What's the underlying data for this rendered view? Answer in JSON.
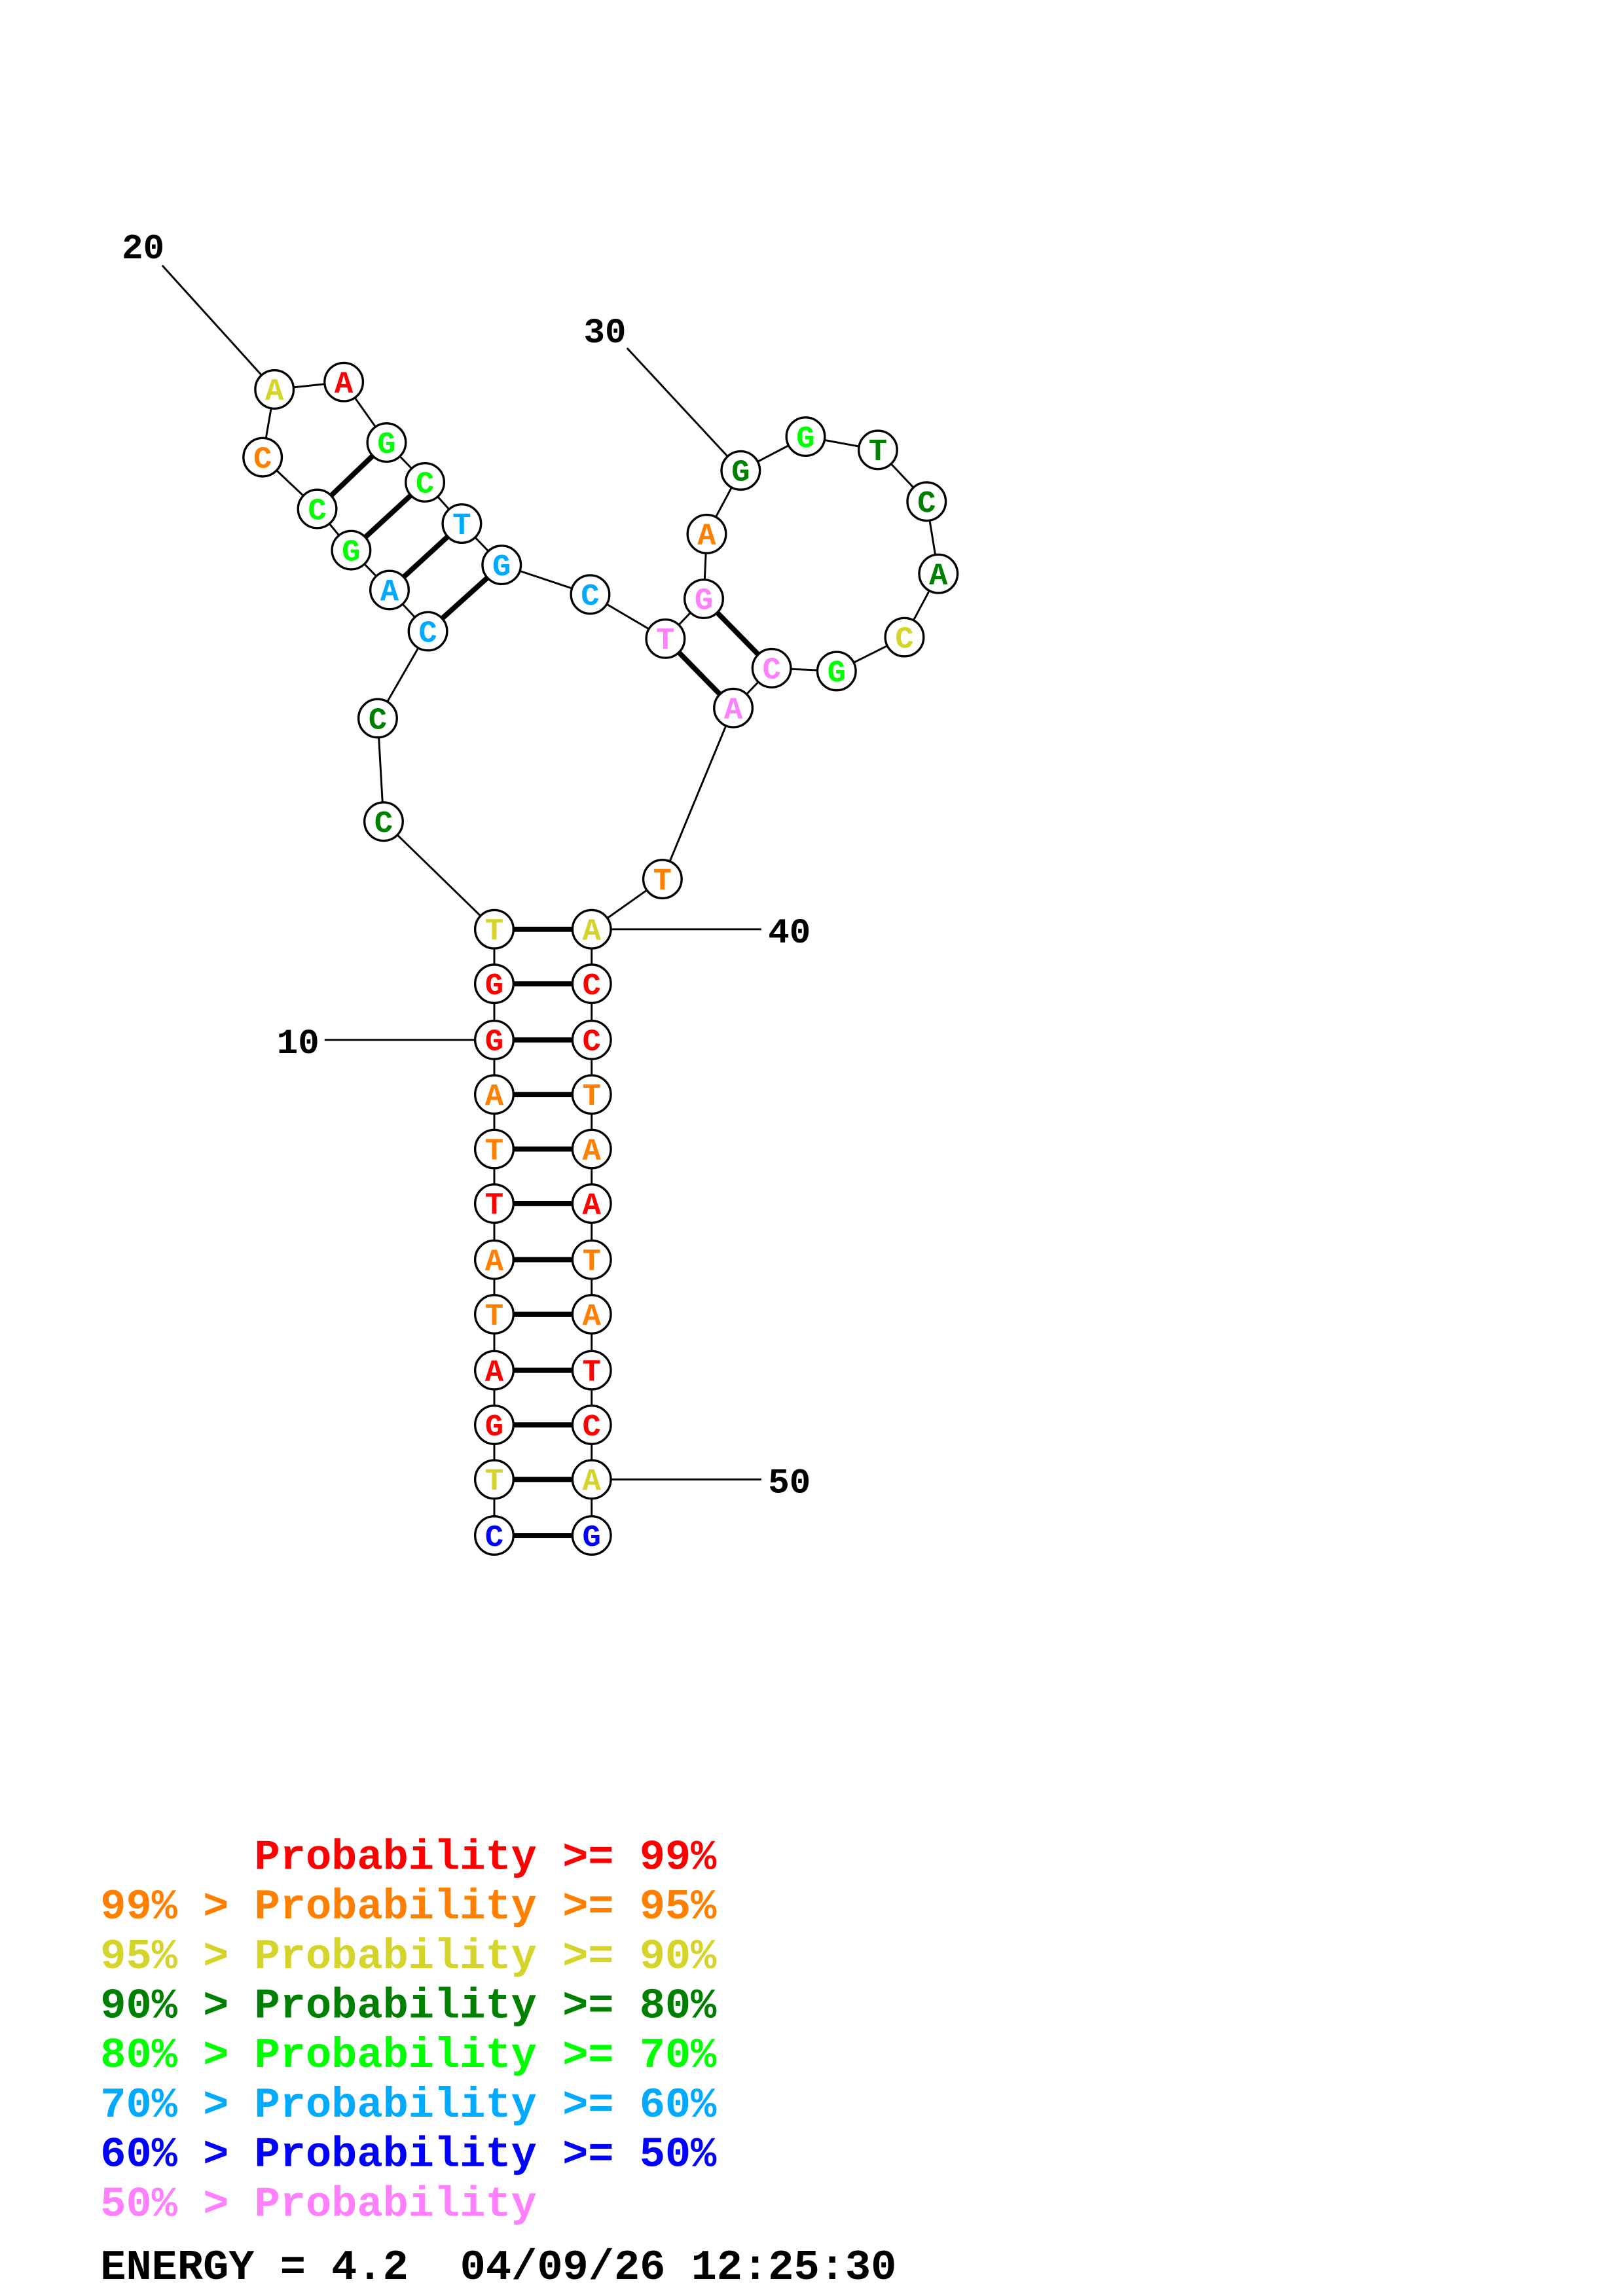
{
  "sequence": [
    "C",
    "T",
    "G",
    "A",
    "T",
    "A",
    "T",
    "T",
    "A",
    "G",
    "G",
    "T",
    "C",
    "C",
    "C",
    "A",
    "G",
    "C",
    "C",
    "A",
    "A",
    "G",
    "C",
    "T",
    "G",
    "C",
    "T",
    "G",
    "A",
    "G",
    "G",
    "T",
    "C",
    "A",
    "C",
    "G",
    "C",
    "A",
    "T",
    "A",
    "C",
    "C",
    "T",
    "A",
    "A",
    "T",
    "A",
    "T",
    "C",
    "A",
    "G"
  ],
  "prob_class": [
    6,
    2,
    0,
    0,
    1,
    1,
    0,
    1,
    1,
    0,
    0,
    2,
    3,
    3,
    5,
    5,
    4,
    4,
    1,
    2,
    0,
    4,
    4,
    5,
    5,
    5,
    7,
    7,
    1,
    3,
    4,
    3,
    3,
    3,
    2,
    4,
    7,
    7,
    1,
    2,
    0,
    0,
    1,
    1,
    0,
    1,
    1,
    0,
    0,
    2,
    6
  ],
  "pairs": [
    [
      1,
      51
    ],
    [
      2,
      50
    ],
    [
      3,
      49
    ],
    [
      4,
      48
    ],
    [
      5,
      47
    ],
    [
      6,
      46
    ],
    [
      7,
      45
    ],
    [
      8,
      44
    ],
    [
      9,
      43
    ],
    [
      10,
      42
    ],
    [
      11,
      41
    ],
    [
      12,
      40
    ],
    [
      15,
      25
    ],
    [
      16,
      24
    ],
    [
      17,
      23
    ],
    [
      18,
      22
    ],
    [
      27,
      38
    ],
    [
      28,
      37
    ]
  ],
  "position_labels": [
    {
      "index": 10,
      "text": "10"
    },
    {
      "index": 20,
      "text": "20"
    },
    {
      "index": 30,
      "text": "30"
    },
    {
      "index": 40,
      "text": "40"
    },
    {
      "index": 50,
      "text": "50"
    }
  ],
  "colors": [
    "#ff0000",
    "#ff8000",
    "#d4d42a",
    "#008000",
    "#00ff00",
    "#00aaff",
    "#0000ff",
    "#ff80ff"
  ],
  "legend": [
    {
      "prefix": "    ",
      "text": "Probability >= 99%"
    },
    {
      "prefix": "99% > ",
      "text": "Probability >= 95%"
    },
    {
      "prefix": "95% > ",
      "text": "Probability >= 90%"
    },
    {
      "prefix": "90% > ",
      "text": "Probability >= 80%"
    },
    {
      "prefix": "80% > ",
      "text": "Probability >= 70%"
    },
    {
      "prefix": "70% > ",
      "text": "Probability >= 60%"
    },
    {
      "prefix": "60% > ",
      "text": "Probability >= 50%"
    },
    {
      "prefix": "50% > ",
      "text": "Probability"
    }
  ],
  "footer": {
    "energy": "ENERGY = 4.2",
    "timestamp": "04/09/26 12:25:30"
  }
}
